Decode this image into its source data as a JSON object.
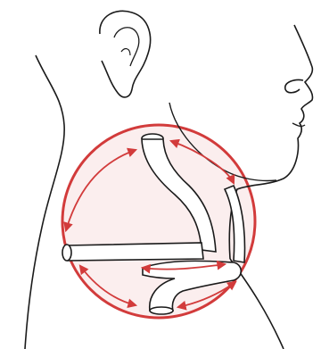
{
  "diagram": {
    "colors": {
      "outline": "#1a1a1a",
      "circle": "#d23b3b",
      "circle_fill": "#fbeeee",
      "arrow": "#d23b3b",
      "vessel_fill": "#ffffff"
    },
    "parts": {
      "head": "head-and-neck-profile",
      "ear": "ear",
      "nose": "nose",
      "mouth": "lips-and-chin",
      "vessel": "looped-vessel-segment",
      "circle": "highlight-circle",
      "arrows": "bidirectional-arrows"
    }
  }
}
